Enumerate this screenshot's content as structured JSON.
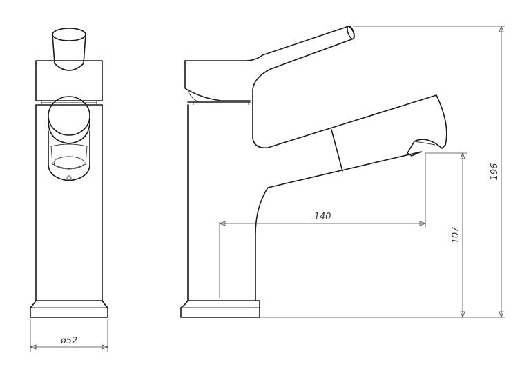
{
  "dimensions": {
    "base_diameter": "ø52",
    "reach": "140",
    "spout_height": "107",
    "total_height": "196"
  },
  "colors": {
    "line": "#1a1a1a",
    "dimension": "#444444",
    "background": "#ffffff"
  }
}
